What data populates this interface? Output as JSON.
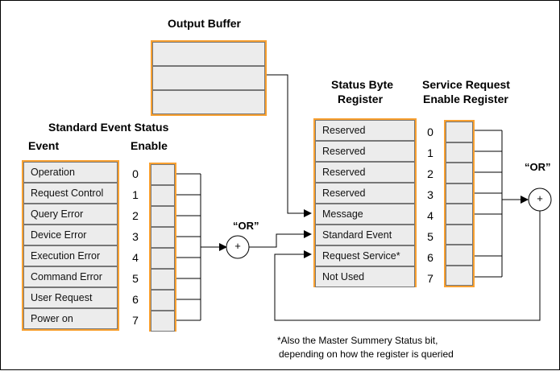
{
  "output_buffer": {
    "title": "Output Buffer",
    "rows": 3
  },
  "standard_event": {
    "title": "Standard Event Status",
    "event_header": "Event",
    "enable_header": "Enable",
    "events": [
      "Operation",
      "Request Control",
      "Query Error",
      "Device Error",
      "Execution Error",
      "Command Error",
      "User Request",
      "Power on"
    ],
    "bits": [
      "0",
      "1",
      "2",
      "3",
      "4",
      "5",
      "6",
      "7"
    ]
  },
  "status_byte": {
    "title_line1": "Status Byte",
    "title_line2": "Register",
    "bits_labels": [
      "Reserved",
      "Reserved",
      "Reserved",
      "Reserved",
      "Message",
      "Standard Event",
      "Request Service*",
      "Not Used"
    ],
    "bits": [
      "0",
      "1",
      "2",
      "3",
      "4",
      "5",
      "6",
      "7"
    ]
  },
  "service_request": {
    "title_line1": "Service Request",
    "title_line2": "Enable Register"
  },
  "or_label": "“OR”",
  "or_symbol": "+",
  "footnote": {
    "line1": "*Also the Master Summery Status bit,",
    "line2": "depending on how the register is queried"
  },
  "colors": {
    "frame": "#f8a030",
    "cell": "#ececec"
  }
}
